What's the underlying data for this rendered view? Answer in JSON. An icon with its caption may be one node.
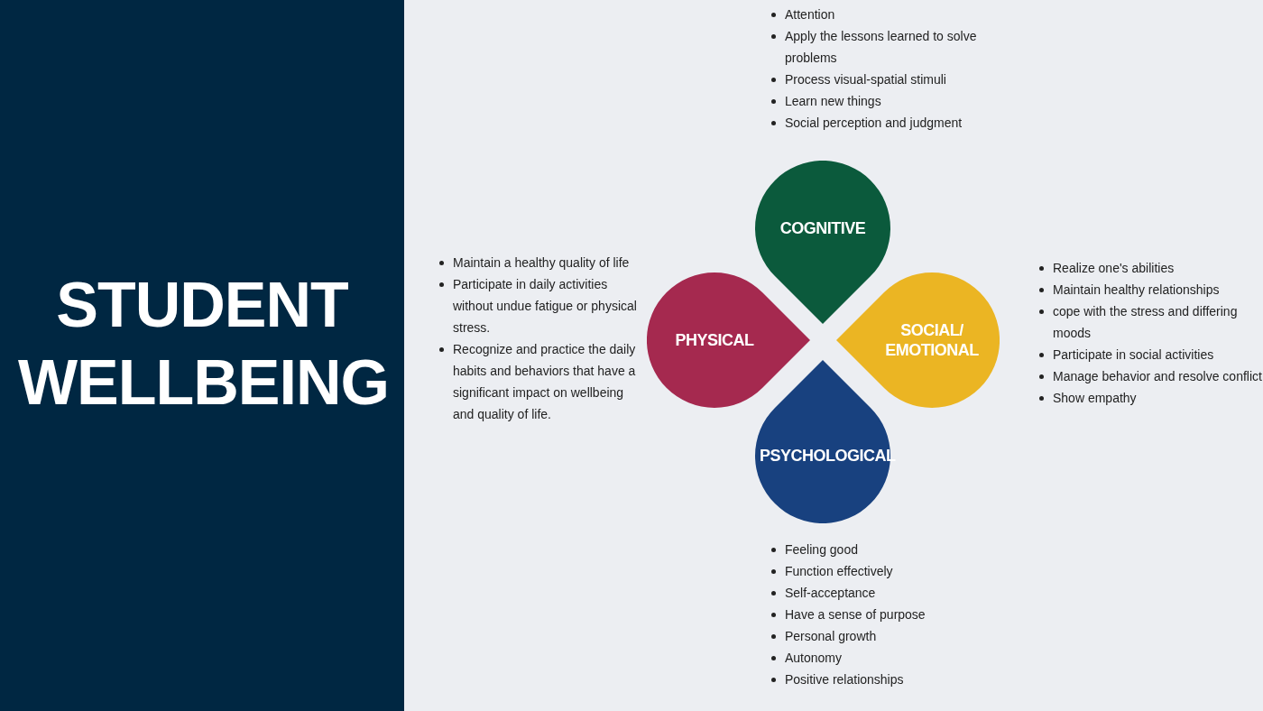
{
  "diagram": {
    "title": "STUDENT WELLBEING",
    "nodes": [
      {
        "text": [
          "COGNITIVE"
        ],
        "beside": [
          "Attention",
          "Apply the lessons learned to solve problems",
          "Process visual-spatial stimuli",
          "Learn new things",
          "Social perception and judgment"
        ]
      },
      {
        "text": [
          "PHYSICAL"
        ],
        "beside": [
          "Maintain a healthy quality of life",
          "Participate in daily activities without undue fatigue or physical stress.",
          "Recognize and practice the daily habits and behaviors that have a significant impact on wellbeing and quality of life."
        ]
      },
      {
        "text": [
          "SOCIAL/ EMOTIONAL"
        ],
        "beside": [
          "Realize one's abilities",
          "Maintain healthy relationships",
          "cope with the stress and differing moods",
          "Participate in social activities",
          "Manage behavior and resolve conflict",
          "Show empathy"
        ]
      },
      {
        "text": [
          "PSYCHOLOGICAL"
        ],
        "beside": [
          "Feeling good",
          "Function effectively",
          "Self-acceptance",
          "Have a sense of purpose",
          "Personal growth",
          "Autonomy",
          "Positive relationships"
        ]
      }
    ],
    "edges": []
  }
}
